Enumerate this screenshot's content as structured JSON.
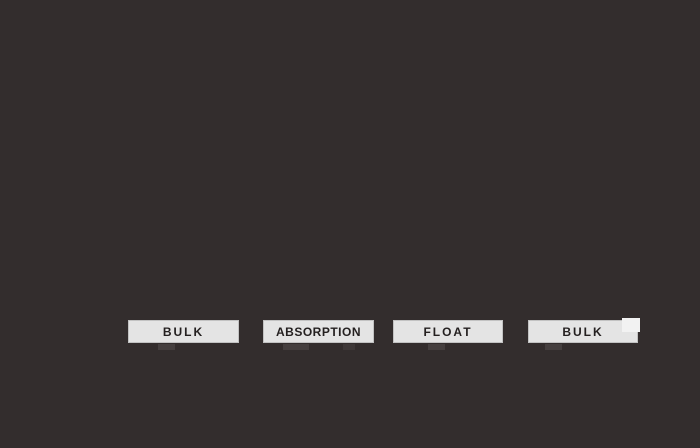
{
  "screen": {
    "background_color": "#332d2d"
  },
  "stages": {
    "button_background_color": "#e4e4e4",
    "button_text_color": "#242020",
    "items": [
      {
        "label": "BULK"
      },
      {
        "label": "ABSORPTION"
      },
      {
        "label": "FLOAT"
      },
      {
        "label": "BULK"
      }
    ]
  }
}
